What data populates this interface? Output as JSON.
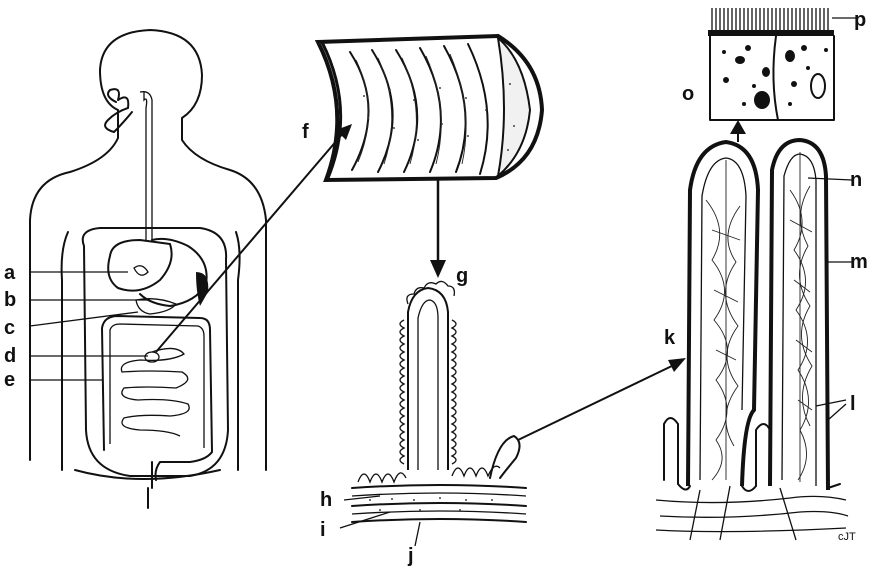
{
  "labels": {
    "a": "a",
    "b": "b",
    "c": "c",
    "d": "d",
    "e": "e",
    "f": "f",
    "g": "g",
    "h": "h",
    "i": "i",
    "j": "j",
    "k": "k",
    "l": "l",
    "m": "m",
    "n": "n",
    "o": "o",
    "p": "p"
  },
  "signature": "cJT",
  "colors": {
    "ink": "#111111",
    "paper": "#ffffff"
  }
}
